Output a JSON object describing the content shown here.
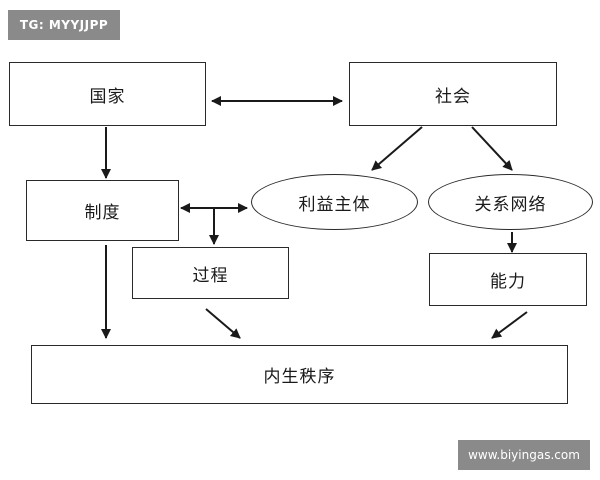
{
  "watermark_top": "TG: MYYJJPP",
  "watermark_bottom": "www.biyingas.com",
  "nodes": {
    "state": "国家",
    "society": "社会",
    "institution": "制度",
    "interest": "利益主体",
    "network": "关系网络",
    "process": "过程",
    "capability": "能力",
    "endogenous": "内生秩序"
  },
  "colors": {
    "stroke": "#2a2a2a",
    "watermark_bg": "#8a8a8a"
  }
}
